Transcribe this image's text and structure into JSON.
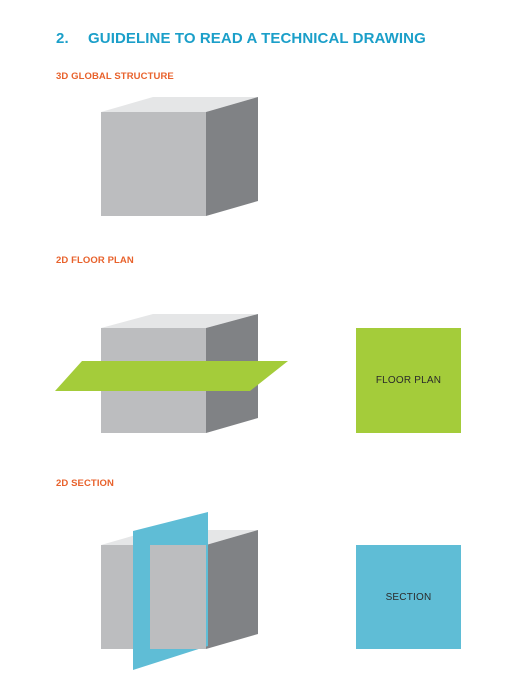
{
  "section": {
    "number": "2.",
    "title": "GUIDELINE TO READ A TECHNICAL DRAWING"
  },
  "parts": [
    {
      "subtitle": "3D GLOBAL STRUCTURE"
    },
    {
      "subtitle": "2D FLOOR PLAN",
      "box_label": "FLOOR PLAN"
    },
    {
      "subtitle": "2D SECTION",
      "box_label": "SECTION"
    }
  ],
  "colors": {
    "heading": "#1b9fc9",
    "subtitle": "#e8622c",
    "cube_front": "#bcbdbf",
    "cube_side": "#808285",
    "cube_top": "#e5e6e7",
    "floor_plan": "#a4cc3a",
    "section": "#5fbdd6"
  }
}
